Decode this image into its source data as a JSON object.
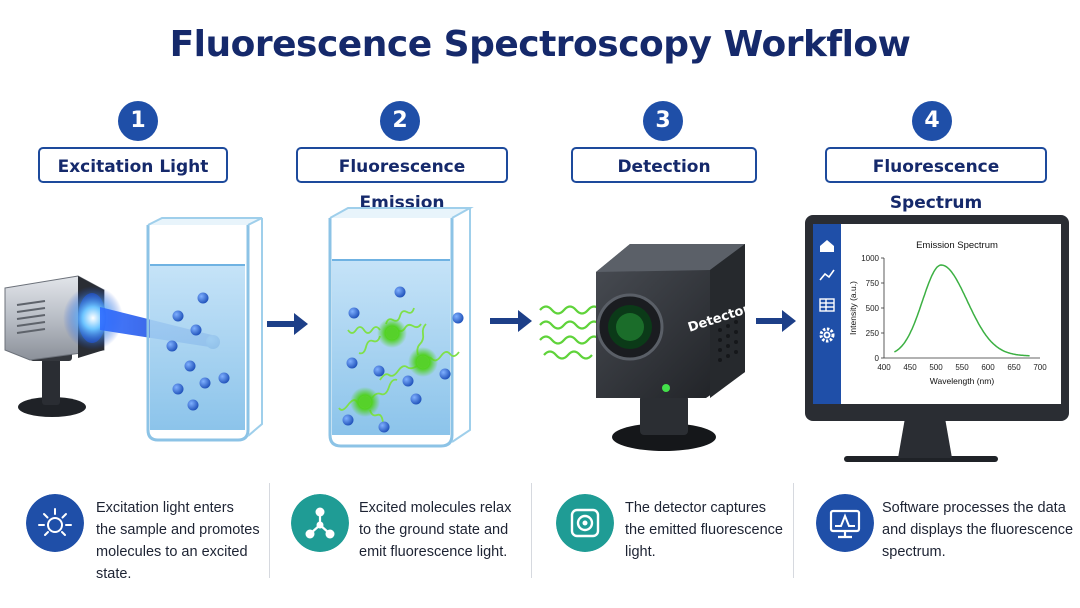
{
  "title": "Fluorescence Spectroscopy Workflow",
  "steps": [
    {
      "number": "1",
      "label": "Excitation Light",
      "description": [
        "Excitation light enters",
        "the sample and promotes",
        "molecules to an excited",
        "state."
      ],
      "icon": "light-source-icon"
    },
    {
      "number": "2",
      "label": "Fluorescence Emission",
      "description": [
        "Excited molecules relax",
        "to the ground state and",
        "emit fluorescence light."
      ],
      "icon": "molecule-icon"
    },
    {
      "number": "3",
      "label": "Detection",
      "description": [
        "The detector captures",
        "the emitted fluorescence",
        "light."
      ],
      "icon": "detector-icon"
    },
    {
      "number": "4",
      "label": "Fluorescence Spectrum",
      "description": [
        "Software processes the data",
        "and displays the fluorescence",
        "spectrum."
      ],
      "icon": "monitor-chart-icon"
    }
  ],
  "detector_label": "Detector",
  "spectrum": {
    "title": "Emission Spectrum",
    "xlabel": "Wavelength (nm)",
    "ylabel": "Intensity (a.u.)",
    "x_ticks": [
      "400",
      "450",
      "500",
      "550",
      "600",
      "650",
      "700"
    ],
    "y_ticks": [
      "1000",
      "750",
      "500",
      "250",
      "0"
    ],
    "xlim": [
      400,
      700
    ],
    "ylim": [
      0,
      1000
    ],
    "peak_wavelength": 510,
    "peak_intensity": 930,
    "line_color": "#3cb043"
  },
  "colors": {
    "accent": "#1f4fa8",
    "title": "#15296b",
    "teal": "#1f9c95",
    "emission": "#5fd33a"
  }
}
